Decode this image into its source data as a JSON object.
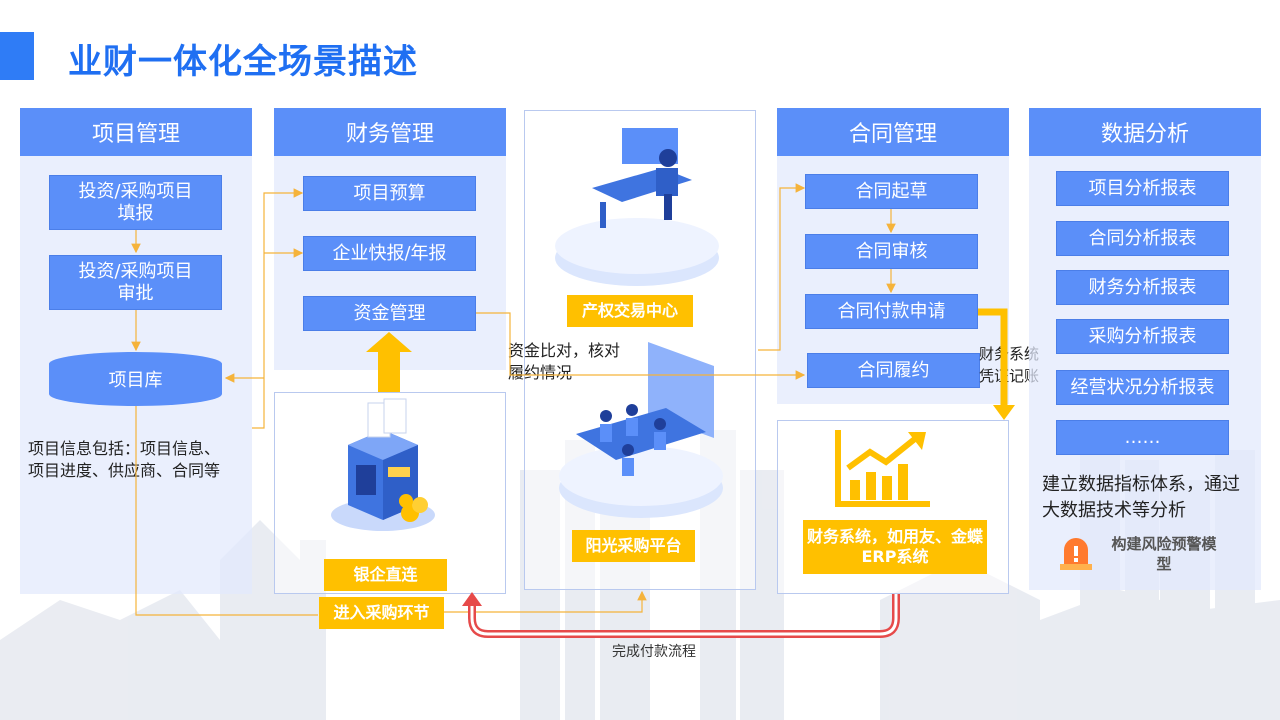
{
  "page": {
    "title": "业财一体化全场景描述"
  },
  "project_mgmt": {
    "header": "项目管理",
    "steps": [
      "投资/采购项目\n填报",
      "投资/采购项目\n审批"
    ],
    "repository": "项目库",
    "note": "项目信息包括：项目信息、项目进度、供应商、合同等"
  },
  "finance_mgmt": {
    "header": "财务管理",
    "items": [
      "项目预算",
      "企业快报/年报",
      "资金管理"
    ]
  },
  "platforms": {
    "property_exchange": "产权交易中心",
    "sunshine_procurement": "阳光采购平台",
    "bank_enterprise": "银企直连",
    "enter_procurement": "进入采购环节",
    "reconcile_note": "资金比对，核对履约情况"
  },
  "contract_mgmt": {
    "header": "合同管理",
    "steps": [
      "合同起草",
      "合同审核",
      "合同付款申请",
      "合同履约"
    ],
    "voucher_note": "财务系统凭证记账",
    "erp": "财务系统，如用友、金蝶ERP系统"
  },
  "data_analysis": {
    "header": "数据分析",
    "reports": [
      "项目分析报表",
      "合同分析报表",
      "财务分析报表",
      "采购分析报表",
      "经营状况分析报表",
      "……"
    ],
    "summary": "建立数据指标体系，通过大数据技术等分析",
    "risk_model": "构建风险预警模型"
  },
  "payment_flow": "完成付款流程",
  "colors": {
    "primary": "#5b8ff9",
    "title": "#1f6ff2",
    "accent": "#ffc000",
    "flow_red": "#e64a4a",
    "connector": "#f5b33b"
  },
  "icons": [
    "office-desk-illustration",
    "meeting-room-illustration",
    "server-coins-illustration",
    "growth-chart-icon",
    "warning-light-icon",
    "skyline-background"
  ]
}
